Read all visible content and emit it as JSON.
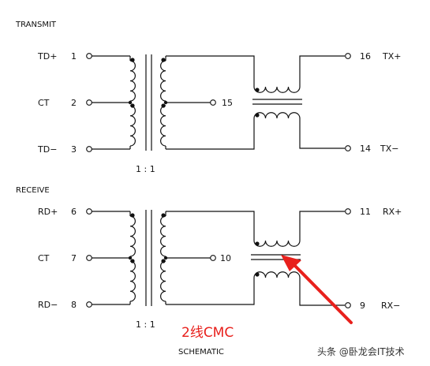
{
  "sections": {
    "transmit": "TRANSMIT",
    "receive": "RECEIVE",
    "schematic": "SCHEMATIC"
  },
  "ratio": "1 : 1",
  "annotation": {
    "text": "2线CMC",
    "color": "#e8201c"
  },
  "watermark": "头条 @卧龙会IT技术",
  "transmit": {
    "left_pins": [
      {
        "name": "TD+",
        "num": "1"
      },
      {
        "name": "CT",
        "num": "2"
      },
      {
        "name": "TD−",
        "num": "3"
      }
    ],
    "center_tap_num": "15",
    "right_pins": [
      {
        "num": "16",
        "name": "TX+"
      },
      {
        "num": "14",
        "name": "TX−"
      }
    ]
  },
  "receive": {
    "left_pins": [
      {
        "name": "RD+",
        "num": "6"
      },
      {
        "name": "CT",
        "num": "7"
      },
      {
        "name": "RD−",
        "num": "8"
      }
    ],
    "center_tap_num": "10",
    "right_pins": [
      {
        "num": "11",
        "name": "RX+"
      },
      {
        "num": "9",
        "name": "RX−"
      }
    ]
  }
}
